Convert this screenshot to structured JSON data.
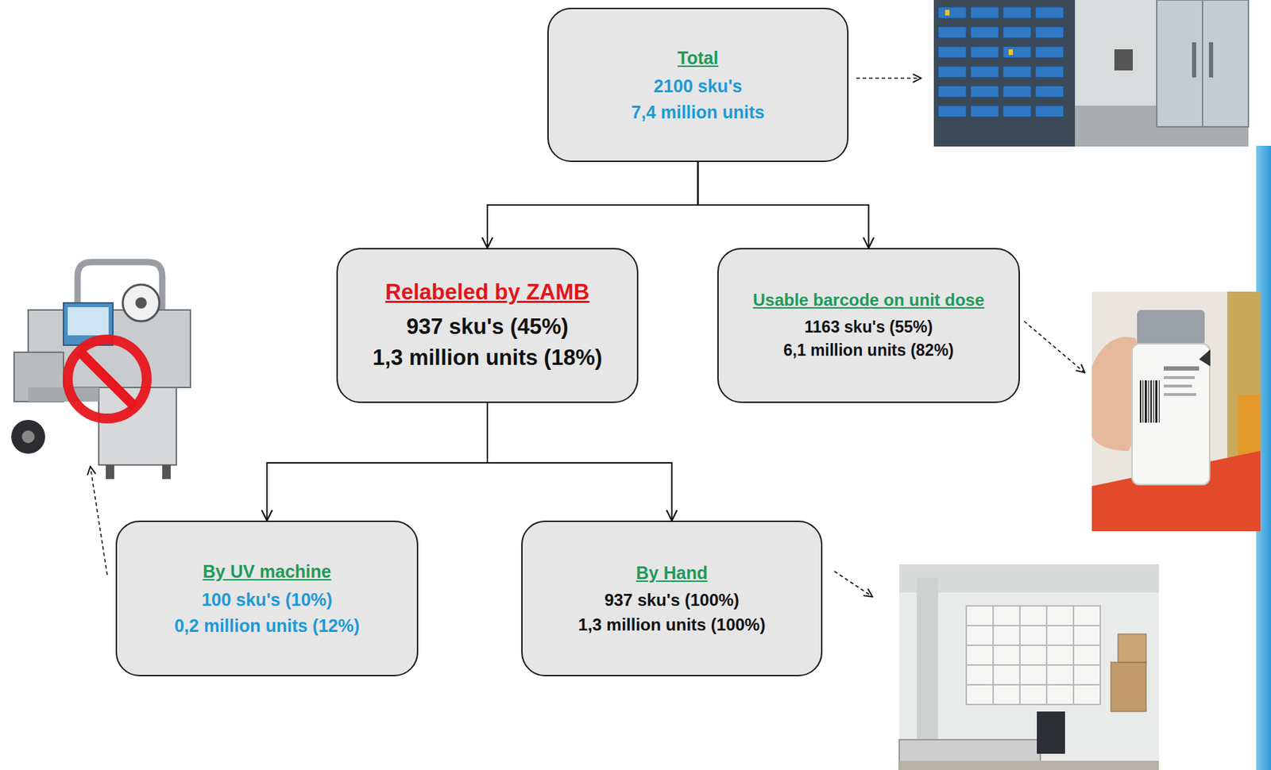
{
  "diagram": {
    "nodes": [
      {
        "text": [
          "Total",
          "2100 sku's",
          "7,4 million units"
        ]
      },
      {
        "text": [
          "Relabeled by ZAMB",
          "937 sku's (45%)",
          "1,3 million units (18%)"
        ]
      },
      {
        "text": [
          "Usable barcode on unit dose",
          "1163 sku's (55%)",
          "6,1 million units (82%)"
        ]
      },
      {
        "text": [
          "By UV machine",
          "100 sku's (10%)",
          "0,2 million units (12%)"
        ]
      },
      {
        "text": [
          "By Hand",
          "937 sku's (100%)",
          "1,3 million units (100%)"
        ]
      }
    ],
    "edges": [
      {
        "from": 0,
        "to": 1,
        "arrow": "to"
      },
      {
        "from": 0,
        "to": 2,
        "arrow": "to"
      },
      {
        "from": 1,
        "to": 3,
        "arrow": "to"
      },
      {
        "from": 1,
        "to": 4,
        "arrow": "to"
      }
    ]
  }
}
